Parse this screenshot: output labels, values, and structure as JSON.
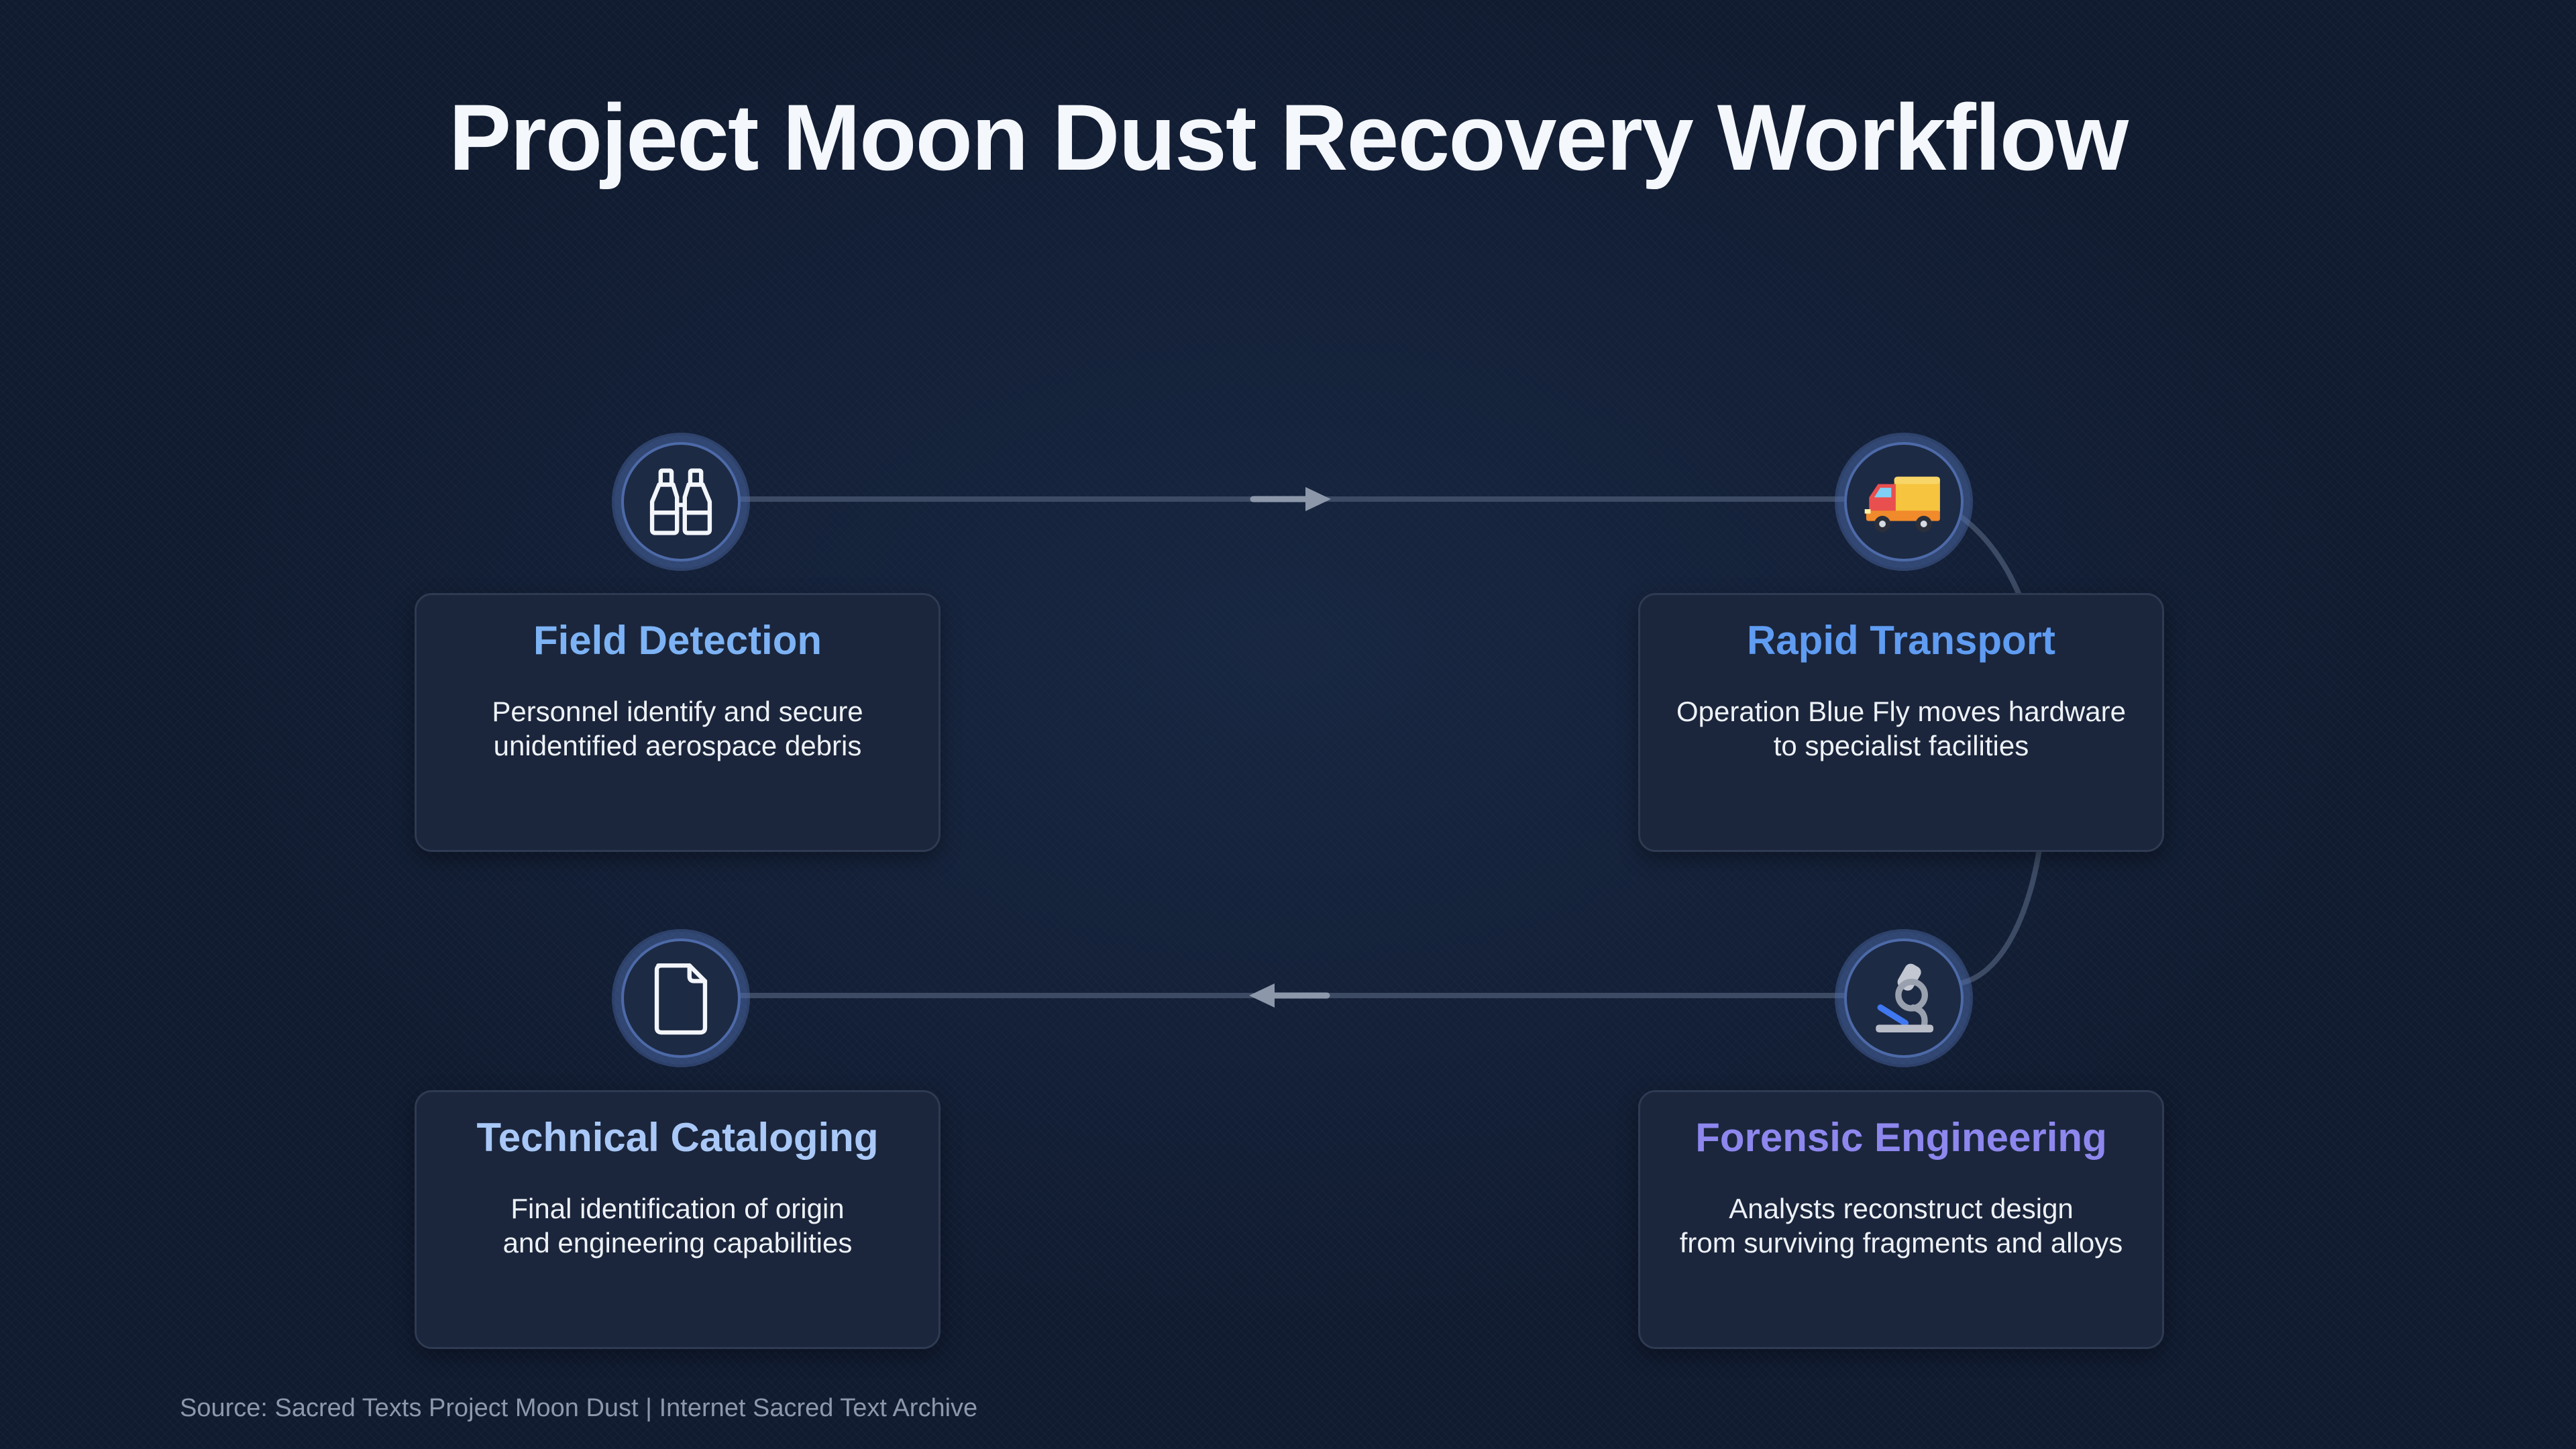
{
  "title": "Project Moon Dust Recovery Workflow",
  "steps": [
    {
      "title": "Field Detection",
      "description": [
        "Personnel identify and secure",
        "unidentified aerospace debris"
      ],
      "icon": "binoculars-icon",
      "title_color": "#7db3f5"
    },
    {
      "title": "Rapid Transport",
      "description": [
        "Operation Blue Fly moves hardware",
        "to specialist facilities"
      ],
      "icon": "truck-icon",
      "title_color": "#5f9cf2"
    },
    {
      "title": "Forensic Engineering",
      "description": [
        "Analysts reconstruct design",
        "from surviving fragments and alloys"
      ],
      "icon": "microscope-icon",
      "title_color": "#8d87ee"
    },
    {
      "title": "Technical Cataloging",
      "description": [
        "Final identification of origin",
        "and engineering capabilities"
      ],
      "icon": "document-icon",
      "title_color": "#a9c8f7"
    }
  ],
  "source": "Source: Sacred Texts Project Moon Dust | Internet Sacred Text Archive"
}
